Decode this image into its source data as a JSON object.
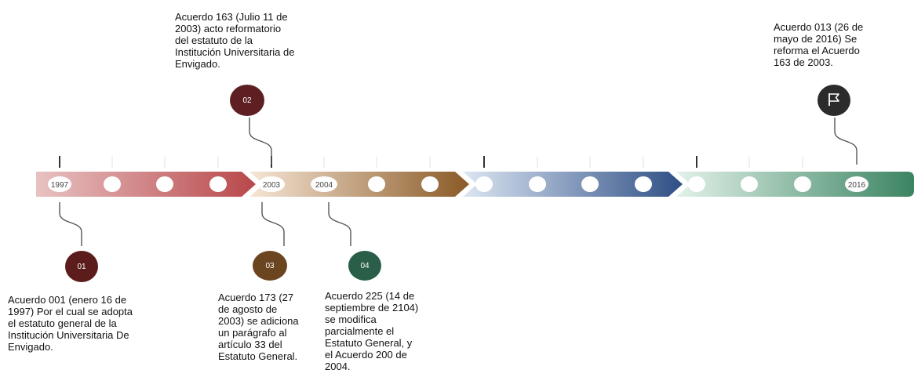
{
  "timeline": {
    "year_labels": [
      "1997",
      "2003",
      "2004",
      "2016"
    ],
    "events": [
      {
        "number": "01",
        "color": "#5c1c1c",
        "text": "Acuerdo 001 (enero 16 de\n1997) Por el cual se adopta\nel estatuto general de la\nInstitución Universitaria De\nEnvigado."
      },
      {
        "number": "02",
        "color": "#5e1f22",
        "text": " Acuerdo 163 (Julio 11 de\n2003) acto reformatorio\ndel estatuto de la\nInstitución Universitaria de\nEnvigado."
      },
      {
        "number": "03",
        "color": "#6b4420",
        "text": "Acuerdo 173 (27\nde agosto de\n2003) se adiciona\nun parágrafo al\nartículo 33 del\nEstatuto General."
      },
      {
        "number": "04",
        "color": "#2a5e48",
        "text": "Acuerdo 225 (14 de\nseptiembre de 2104)\nse modifica\nparcialmente el\nEstatuto General, y\nel Acuerdo 200 de\n2004."
      },
      {
        "icon": "flag-icon",
        "color": "#2b2b2b",
        "text": "Acuerdo 013 (26 de\nmayo de 2016) Se\nreforma el Acuerdo\n163 de 2003."
      }
    ]
  },
  "colors": {
    "segment_1": [
      "#e8c2c2",
      "#b8474a"
    ],
    "segment_2": [
      "#f6e6d6",
      "#8a5a26"
    ],
    "segment_3": [
      "#dce6f3",
      "#2e4e85"
    ],
    "segment_4": [
      "#e3f2ea",
      "#3b8461"
    ]
  }
}
